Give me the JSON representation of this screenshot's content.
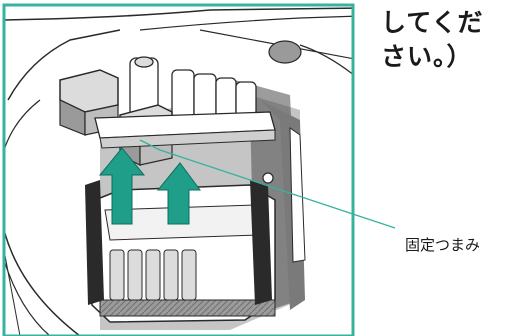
{
  "instruction_text": {
    "line1": "してくだ",
    "line2": "さい。）"
  },
  "callout": {
    "label": "固定つまみ"
  },
  "colors": {
    "frame": "#36b39c",
    "arrow": "#1f9e8a",
    "line_art": "#2a2a2a",
    "shadow": "#7a7a7a",
    "tray": "#9a9a9a"
  },
  "icons": {
    "arrow_left": "up-arrow-icon",
    "arrow_right": "up-arrow-icon"
  }
}
